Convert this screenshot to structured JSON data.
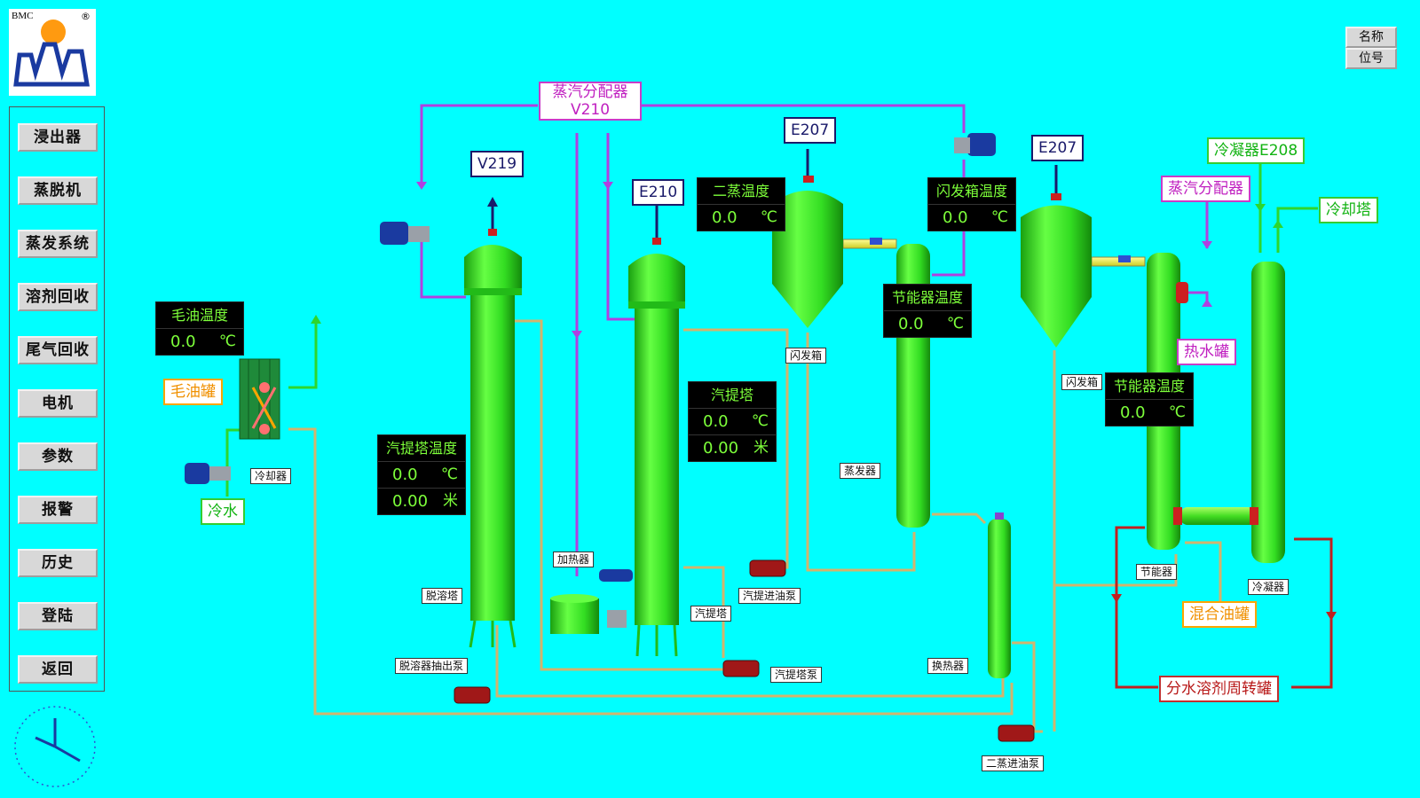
{
  "brand": {
    "mark": "BMC",
    "registered": "®"
  },
  "top_right_buttons": {
    "name": "名称",
    "tag": "位号"
  },
  "nav": {
    "items": [
      {
        "label": "浸出器"
      },
      {
        "label": "蒸脱机"
      },
      {
        "label": "蒸发系统"
      },
      {
        "label": "溶剂回收"
      },
      {
        "label": "尾气回收"
      },
      {
        "label": "电机"
      },
      {
        "label": "参数"
      },
      {
        "label": "报警"
      },
      {
        "label": "历史"
      },
      {
        "label": "登陆"
      },
      {
        "label": "返回"
      }
    ]
  },
  "tags": {
    "steam_dist_main_1": "蒸汽分配器",
    "steam_dist_main_2": "V210",
    "v219": "V219",
    "e210": "E210",
    "e207a": "E207",
    "e207b": "E207",
    "condenser_e208": "冷凝器E208",
    "steam_dist_right": "蒸汽分配器",
    "cooling_tower": "冷却塔",
    "hot_water_tank": "热水罐",
    "crude_oil_tank": "毛油罐",
    "cold_water": "冷水",
    "mixed_oil_tank": "混合油罐",
    "water_solvent_tank": "分水溶剂周转罐"
  },
  "labels": {
    "cooler": "冷却器",
    "desolventizer": "脱溶塔",
    "desolv_pump": "脱溶器抽出泵",
    "heater": "加热器",
    "stripper": "汽提塔",
    "stripper_pump": "汽提塔泵",
    "stripper_feed_pump": "汽提进油泵",
    "flash_tank_1": "闪发箱",
    "flash_tank_2": "闪发箱",
    "evaporator": "蒸发器",
    "heat_exchanger": "换热器",
    "second_evap_pump": "二蒸进油泵",
    "economizer": "节能器",
    "condenser": "冷凝器"
  },
  "displays": {
    "crude_oil_temp": {
      "title": "毛油温度",
      "value": "0.0",
      "unit": "℃"
    },
    "stripper_tower_temp": {
      "title": "汽提塔温度",
      "value": "0.0",
      "unit": "℃",
      "level": "0.00",
      "level_unit": "米"
    },
    "stripper": {
      "title": "汽提塔",
      "value": "0.0",
      "unit": "℃",
      "level": "0.00",
      "level_unit": "米"
    },
    "second_evap_temp": {
      "title": "二蒸温度",
      "value": "0.0",
      "unit": "℃"
    },
    "flash_tank_temp": {
      "title": "闪发箱温度",
      "value": "0.0",
      "unit": "℃"
    },
    "economizer_temp_1": {
      "title": "节能器温度",
      "value": "0.0",
      "unit": "℃"
    },
    "economizer_temp_2": {
      "title": "节能器温度",
      "value": "0.0",
      "unit": "℃"
    }
  },
  "colors": {
    "background": "#00ffff",
    "vessel_green": "#33ee22",
    "pipe_magenta": "#b040e0",
    "pipe_tan": "#d2b46e",
    "pipe_green": "#2ed62e",
    "pipe_red": "#c02020",
    "display_text": "#7dff3a"
  }
}
